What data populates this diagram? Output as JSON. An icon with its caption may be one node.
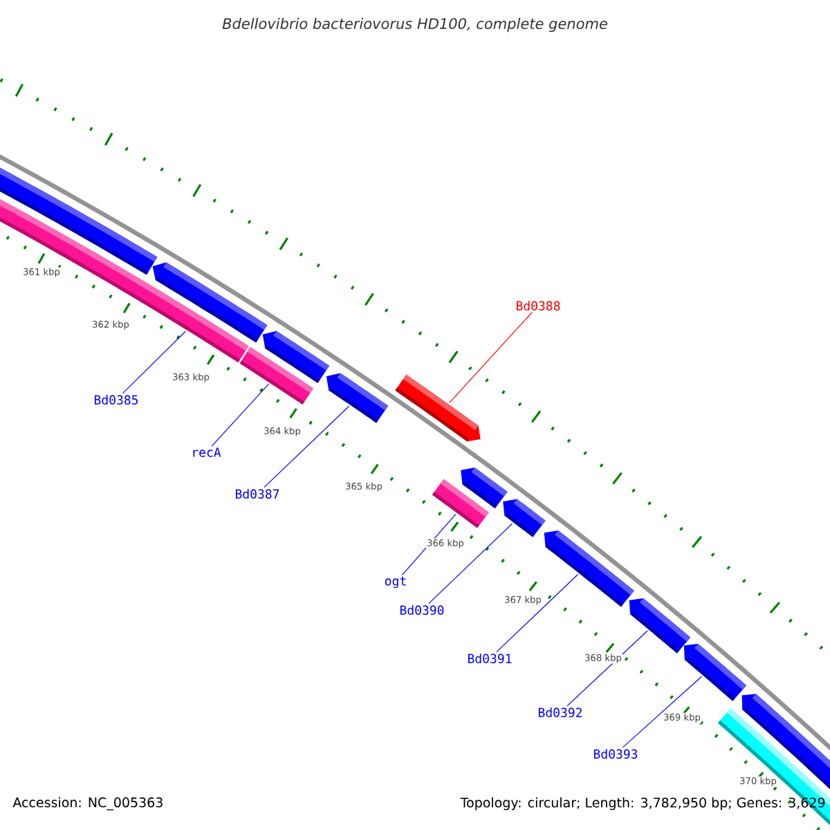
{
  "diagram": {
    "title": "Bdellovibrio bacteriovorus HD100, complete genome",
    "nodes": [
      {
        "text": [
          "Bd0385"
        ]
      },
      {
        "text": [
          "recA"
        ]
      },
      {
        "text": [
          "Bd0387"
        ]
      },
      {
        "text": [
          "Bd0388"
        ]
      },
      {
        "text": [
          "ogt"
        ]
      },
      {
        "text": [
          "Bd0390"
        ]
      },
      {
        "text": [
          "Bd0391"
        ]
      },
      {
        "text": [
          "Bd0392"
        ]
      },
      {
        "text": [
          "Bd0393"
        ]
      },
      {
        "text": [],
        "shape": "bar"
      },
      {
        "text": [],
        "shape": "bar"
      },
      {
        "text": [],
        "shape": "bar"
      },
      {
        "text": [],
        "shape": "bar"
      },
      {
        "text": [],
        "shape": "bar"
      },
      {
        "text": [],
        "shape": "bar"
      },
      {
        "text": [],
        "shape": "bar"
      },
      {
        "text": [],
        "shape": "bar"
      },
      {
        "text": [],
        "shape": "bar"
      },
      {
        "text": [],
        "shape": "bar"
      },
      {
        "text": [],
        "shape": "bar"
      },
      {
        "text": [],
        "shape": "bar"
      },
      {
        "text": [],
        "shape": "bar"
      },
      {
        "text": [],
        "shape": "bar"
      },
      {
        "text": [],
        "shape": "bar"
      }
    ],
    "edges": [
      {
        "from": 0,
        "to": 10,
        "arrow": "none"
      },
      {
        "from": 1,
        "to": 12,
        "arrow": "none"
      },
      {
        "from": 2,
        "to": 14,
        "arrow": "none"
      },
      {
        "from": 3,
        "to": 15,
        "arrow": "none",
        "color": "#ff0000"
      },
      {
        "from": 4,
        "to": 16,
        "arrow": "none"
      },
      {
        "from": 5,
        "to": 18,
        "arrow": "none"
      },
      {
        "from": 6,
        "to": 19,
        "arrow": "none"
      },
      {
        "from": 7,
        "to": 20,
        "arrow": "none"
      },
      {
        "from": 8,
        "to": 21,
        "arrow": "none"
      }
    ],
    "labels": [
      "361 kbp",
      "362 kbp",
      "363 kbp",
      "364 kbp",
      "365 kbp",
      "366 kbp",
      "367 kbp",
      "368 kbp",
      "369 kbp",
      "370 kbp",
      "Accession: NC_005363",
      "Topology: circular; Length: 3,782,950 bp; Genes: 3,629"
    ]
  }
}
